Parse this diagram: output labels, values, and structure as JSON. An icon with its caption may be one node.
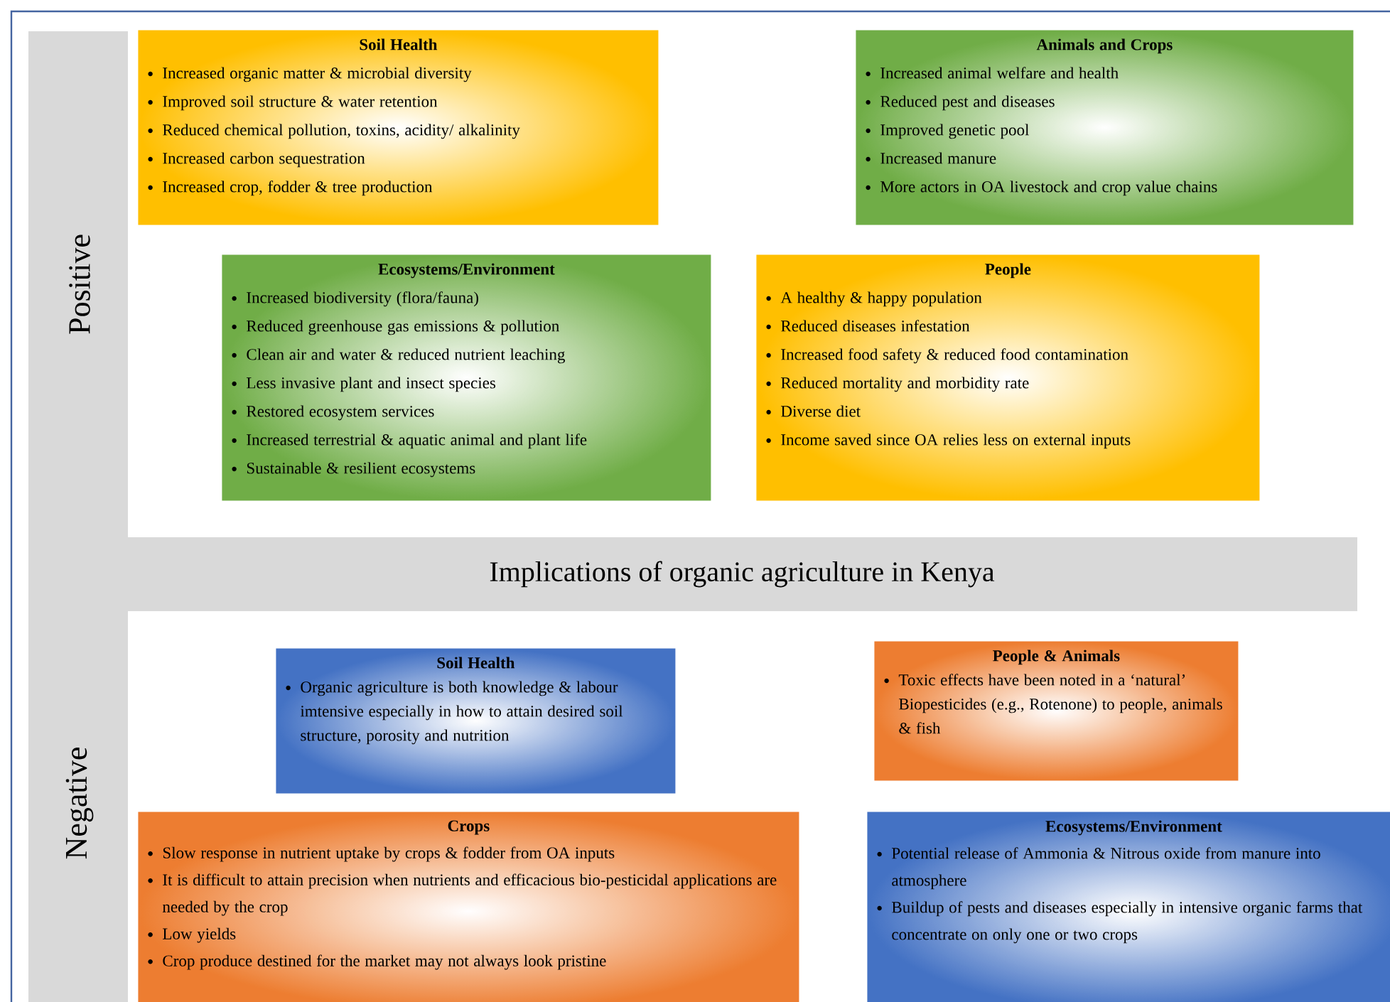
{
  "diagram": {
    "title": "Implications of organic agriculture in Kenya",
    "nodes": [
      {
        "text": [
          "Soil Health",
          "Increased organic matter & microbial diversity",
          "Improved soil structure & water retention",
          "Reduced chemical pollution, toxins, acidity/ alkalinity",
          "Increased carbon sequestration",
          "Increased crop, fodder & tree production"
        ]
      },
      {
        "text": [
          "Animals and Crops",
          "Increased animal welfare and health",
          "Reduced pest and diseases",
          "Improved genetic pool",
          "Increased manure",
          "More actors in OA livestock and crop value chains"
        ]
      },
      {
        "text": [
          "Ecosystems/Environment",
          "Increased biodiversity (flora/fauna)",
          "Reduced greenhouse gas emissions & pollution",
          "Clean air and water & reduced nutrient leaching",
          "Less invasive plant and insect species",
          "Restored ecosystem services",
          "Increased terrestrial & aquatic animal and plant life",
          "Sustainable & resilient ecosystems"
        ]
      },
      {
        "text": [
          "People",
          "A healthy & happy population",
          "Reduced diseases infestation",
          "Increased food safety & reduced food contamination",
          "Reduced mortality and morbidity rate",
          "Diverse diet",
          "Income saved since OA relies less on external inputs"
        ]
      },
      {
        "text": [
          "Soil Health",
          "Organic agriculture is both knowledge & labour imtensive especially in how to attain desired soil structure, porosity and nutrition"
        ]
      },
      {
        "text": [
          "People & Animals",
          "Toxic effects have been noted in a ‘natural’ Biopesticides (e.g., Rotenone) to people, animals & fish"
        ]
      },
      {
        "text": [
          "Crops",
          "Slow response in nutrient uptake by crops & fodder from OA inputs",
          "It is difficult to attain precision when nutrients and efficacious bio-pesticidal applications are needed by the crop",
          "Low yields",
          "Crop produce destined for the market may not always look pristine"
        ]
      },
      {
        "text": [
          "Ecosystems/Environment",
          "Potential release of Ammonia & Nitrous oxide from manure into atmosphere",
          "Buildup of pests and diseases especially in intensive organic farms that concentrate on only one or two crops"
        ]
      }
    ],
    "labels": [
      "Positive",
      "Negative"
    ]
  }
}
